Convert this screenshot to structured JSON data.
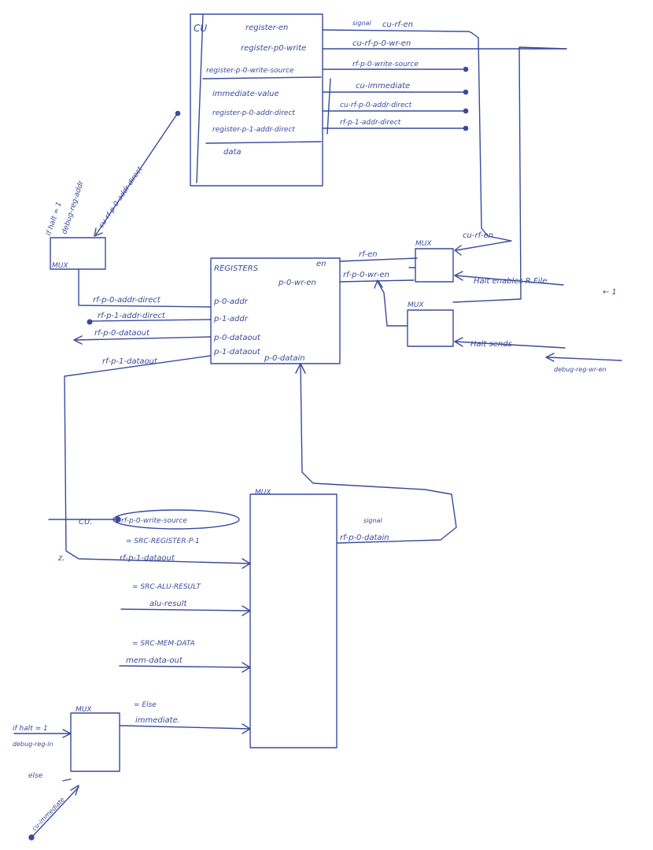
{
  "colors": {
    "ink": "#3a4a9c",
    "paper": "#ffffff"
  },
  "cu": {
    "title": "CU",
    "ports": [
      "register-en",
      "register-p0-write",
      "register-p-0-write-source",
      "immediate-value",
      "register-p-0-addr-direct",
      "register-p-1-addr-direct"
    ],
    "extra": "data",
    "signals": [
      {
        "label": "cu-rf-en",
        "note": "signal"
      },
      {
        "label": "cu-rf-p-0-wr-en"
      },
      {
        "label": "rf-p-0-write-source"
      },
      {
        "label": "cu-immediate"
      },
      {
        "label": "cu-rf-p-0-addr-direct"
      },
      {
        "label": "rf-p-1-addr-direct"
      }
    ]
  },
  "addr_mux": {
    "title": "MUX",
    "inputs": [
      "if halt = 1",
      "debug-reg-addr",
      "cu-rf-p-0-addr-direct"
    ]
  },
  "registers": {
    "title": "REGISTERS",
    "right_ports": [
      "en",
      "p-0-wr-en"
    ],
    "left_ports": [
      "p-0-addr",
      "p-1-addr",
      "p-0-dataout",
      "p-1-dataout"
    ],
    "bottom_port": "p-0-datain",
    "left_signals": [
      "rf-p-0-addr-direct",
      "rf-p-1-addr-direct",
      "rf-p-0-dataout",
      "rf-p-1-dataout"
    ],
    "right_signals": [
      "rf-en",
      "rf-p-0-wr-en"
    ]
  },
  "en_mux": {
    "title": "MUX",
    "input_label": "cu-rf-en",
    "select_label": "Halt enables R.File",
    "arrow_note": "← 1"
  },
  "wr_mux": {
    "title": "MUX",
    "select_label": "Halt sends",
    "note": "debug-reg-wr-en"
  },
  "data_mux": {
    "title": "MUX",
    "select_source": "CU.",
    "select_label": "rf-p-0-write-source",
    "output_note": "signal",
    "output_label": "rf-p-0-datain",
    "cases": [
      {
        "cond": "= SRC-REGISTER-P-1",
        "signal": "rf-p-1-dataout"
      },
      {
        "cond": "= SRC-ALU-RESULT",
        "signal": "alu-result"
      },
      {
        "cond": "= SRC-MEM-DATA",
        "signal": "mem-data-out"
      },
      {
        "cond": "= Else",
        "signal": "immediate."
      }
    ],
    "side_mark": "z."
  },
  "imm_mux": {
    "title": "MUX",
    "inputs": [
      "if halt = 1",
      "debug-reg-in",
      "else",
      "cu-immediate"
    ]
  }
}
